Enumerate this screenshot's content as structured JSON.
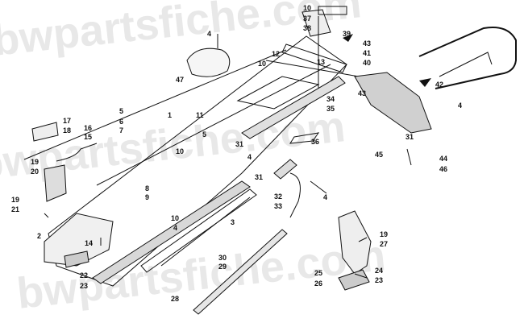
{
  "watermark": "bwpartsfiche.com",
  "callouts": [
    "1",
    "2",
    "3",
    "4",
    "5",
    "6",
    "7",
    "8",
    "9",
    "10",
    "11",
    "12",
    "13",
    "14",
    "15",
    "16",
    "17",
    "18",
    "19",
    "20",
    "21",
    "22",
    "23",
    "24",
    "25",
    "26",
    "27",
    "28",
    "29",
    "30",
    "31",
    "32",
    "33",
    "34",
    "35",
    "36",
    "37",
    "38",
    "39",
    "40",
    "41",
    "42",
    "43",
    "44",
    "45",
    "46",
    "47"
  ],
  "colors": {
    "line": "#111111",
    "watermark": "#e8e8e8",
    "background": "#ffffff"
  }
}
